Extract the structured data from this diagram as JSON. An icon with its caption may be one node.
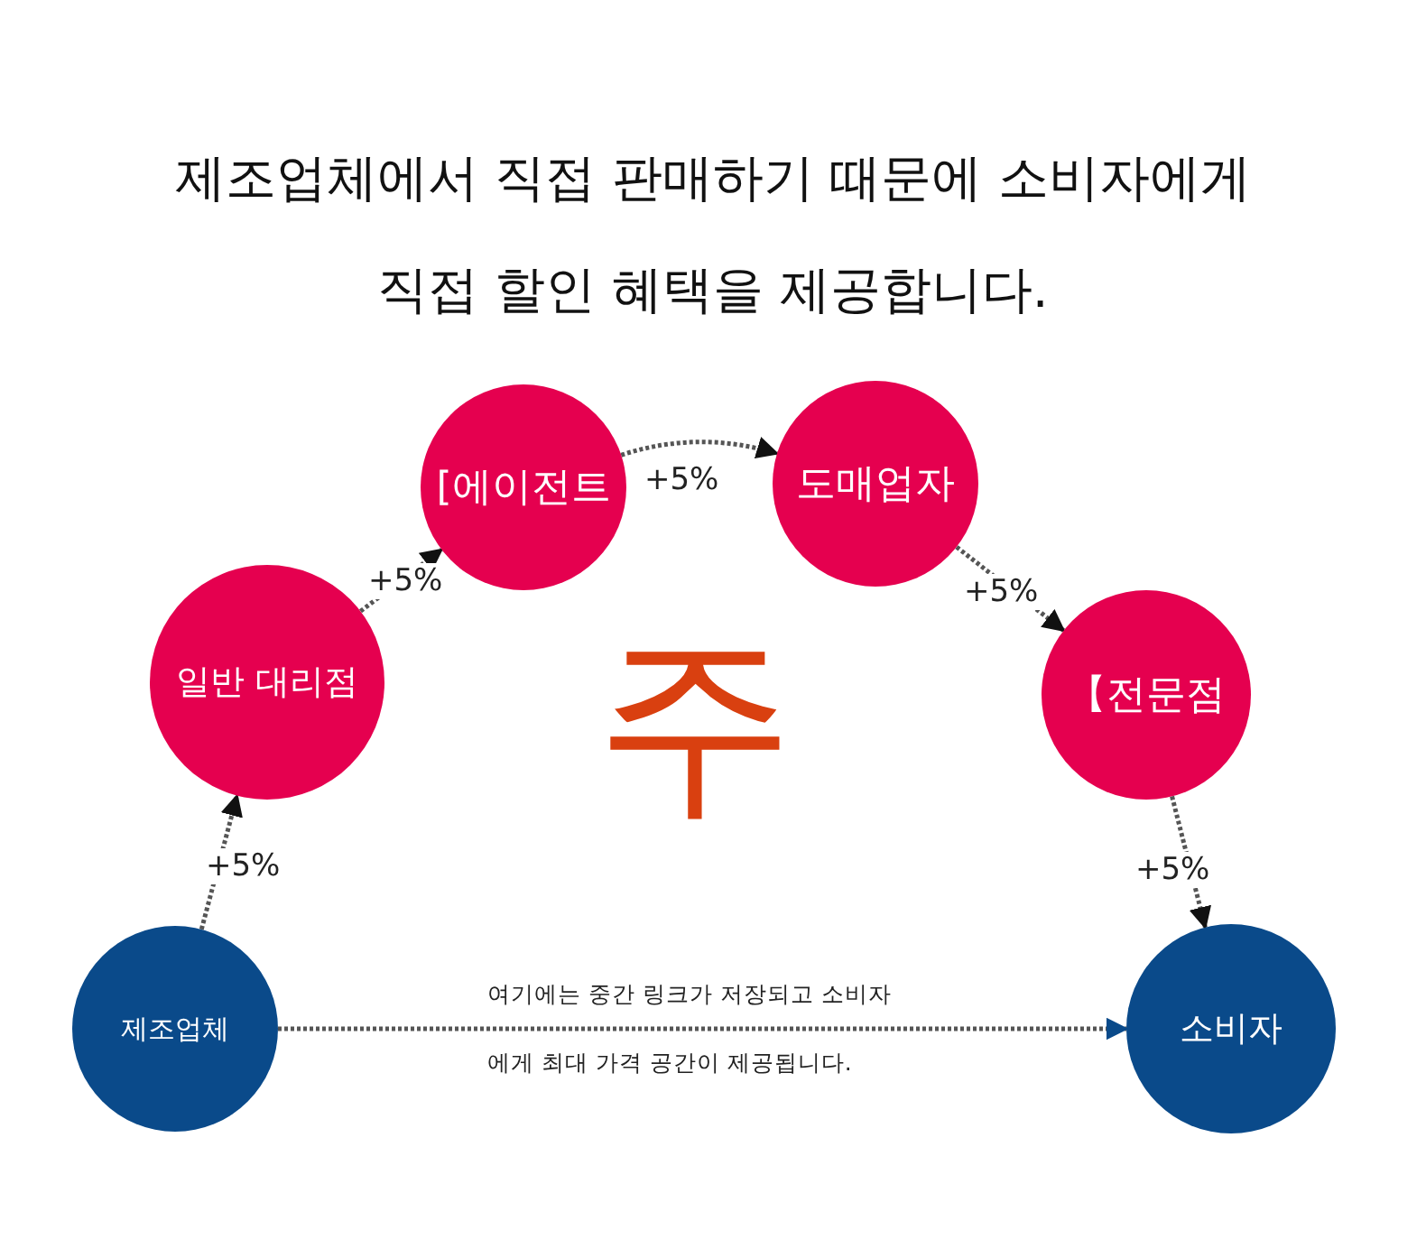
{
  "diagram": {
    "title": "제조업체에서 직접 판매하기 때문에 소비자에게 직접 할인 혜택을 제공합니다.",
    "nodes": [
      {
        "text": [
          "제조업체"
        ]
      },
      {
        "text": [
          "일반 대리점"
        ]
      },
      {
        "text": [
          "[에이전트"
        ]
      },
      {
        "text": [
          "도매업자"
        ]
      },
      {
        "text": [
          "【전문점"
        ]
      },
      {
        "text": [
          "소비자"
        ]
      }
    ],
    "edges": [
      {
        "from": 0,
        "to": 1,
        "arrow": "to",
        "label": "+5%"
      },
      {
        "from": 1,
        "to": 2,
        "arrow": "to",
        "label": "+5%"
      },
      {
        "from": 2,
        "to": 3,
        "arrow": "to",
        "label": "+5%"
      },
      {
        "from": 3,
        "to": 4,
        "arrow": "to",
        "label": "+5%"
      },
      {
        "from": 4,
        "to": 5,
        "arrow": "to",
        "label": "+5%"
      },
      {
        "from": 0,
        "to": 5,
        "arrow": "to",
        "label": "여기에는 중간 링크가 저장되고 소비자에게 최대 가격 공간이 제공됩니다."
      }
    ],
    "labels": [
      "주"
    ]
  }
}
